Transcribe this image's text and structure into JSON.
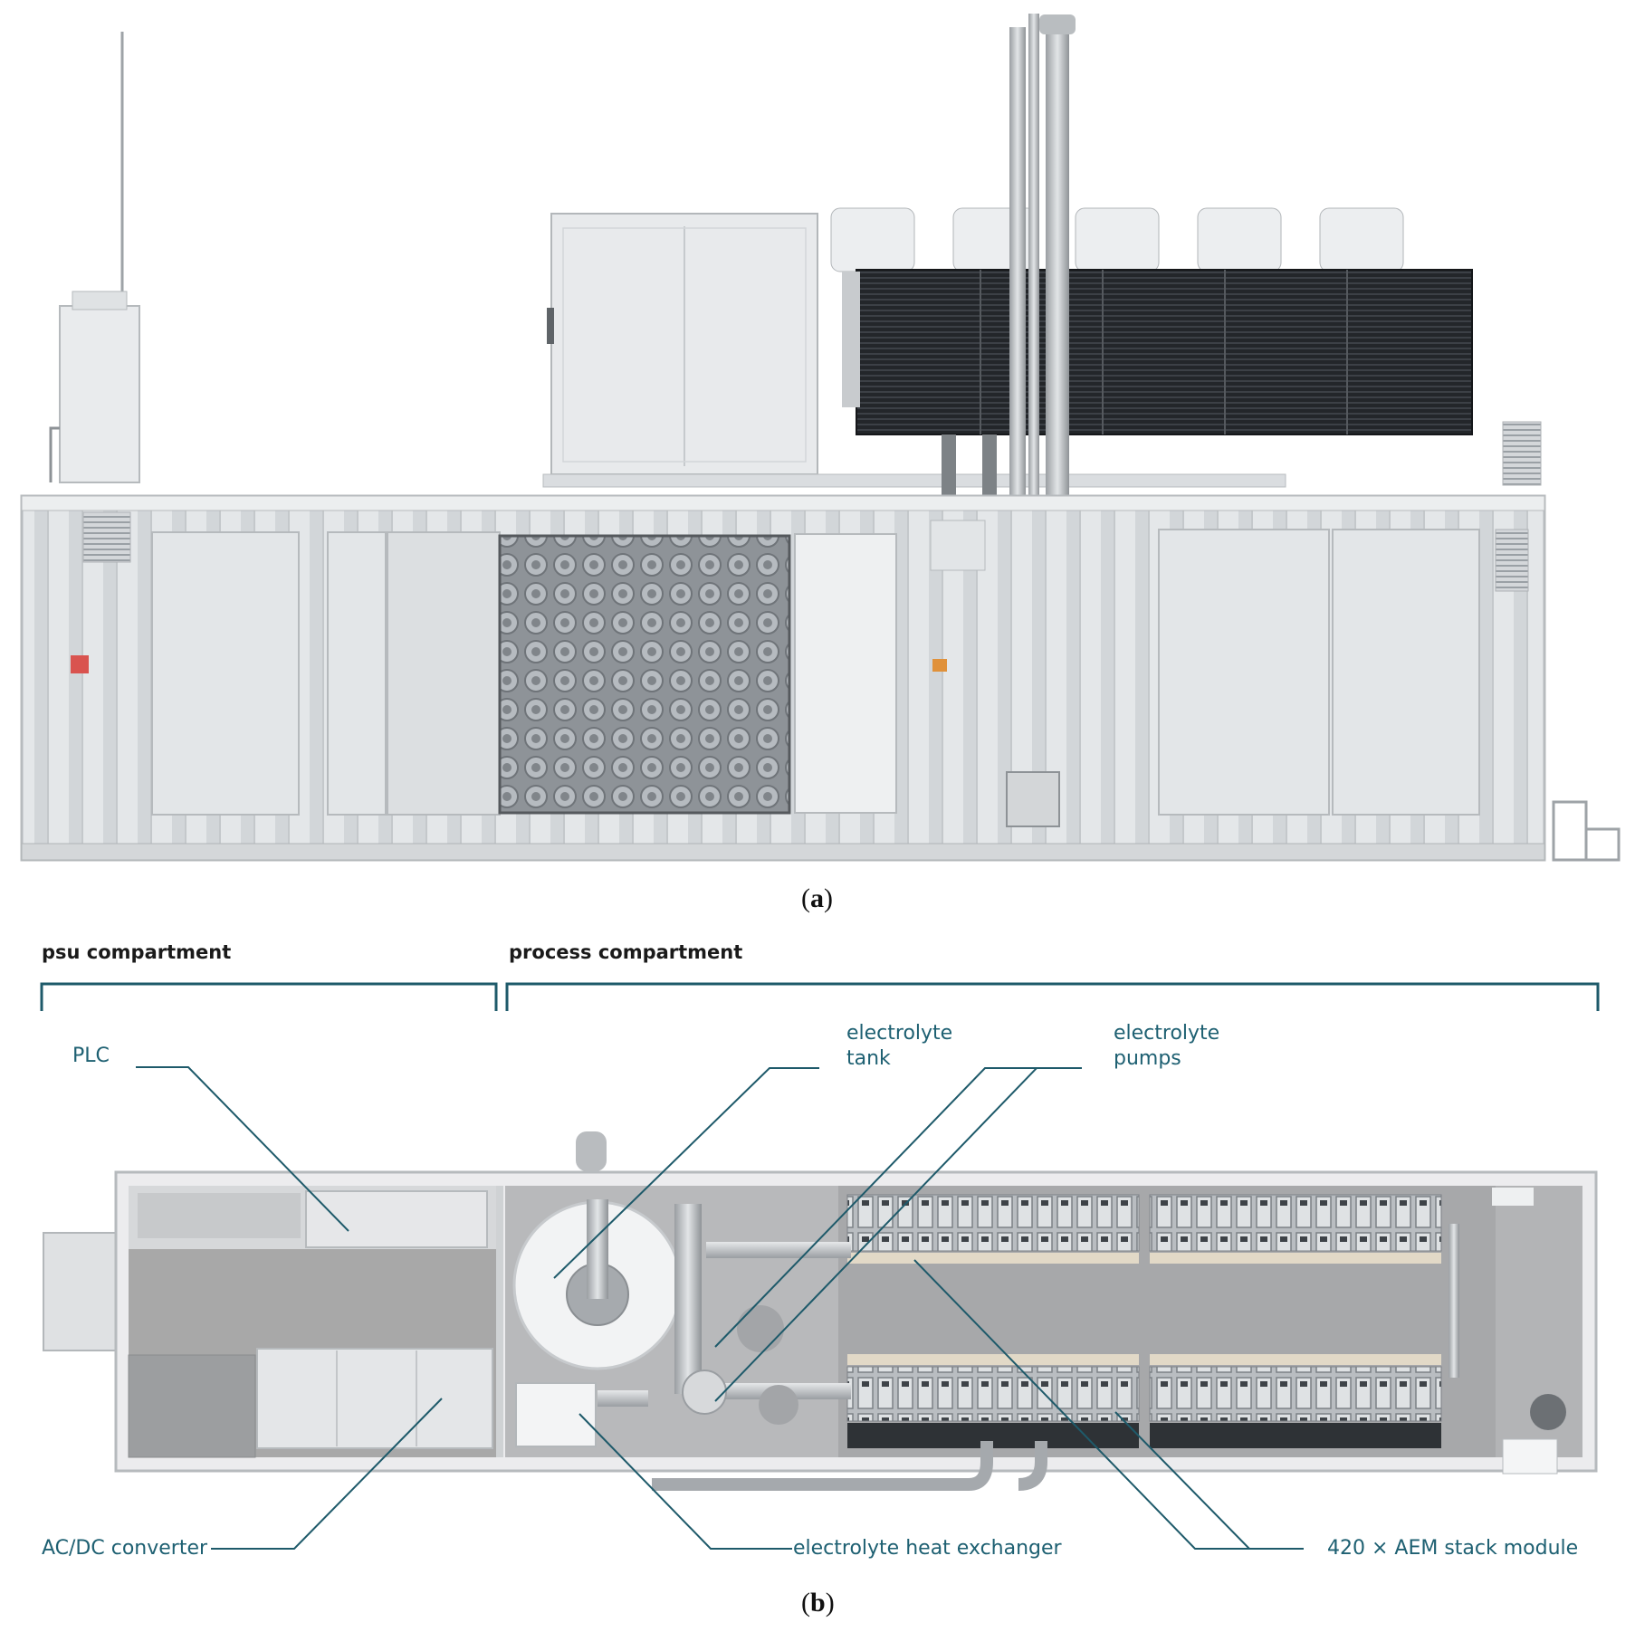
{
  "panel_a": {
    "caption_letter": "a"
  },
  "panel_b": {
    "caption_letter": "b",
    "compartments": {
      "psu": "psu compartment",
      "process": "process compartment"
    },
    "labels": {
      "plc": "PLC",
      "electrolyte_tank_line1": "electrolyte",
      "electrolyte_tank_line2": "tank",
      "electrolyte_pumps_line1": "electrolyte",
      "electrolyte_pumps_line2": "pumps",
      "acdc_converter": "AC/DC converter",
      "heat_exchanger": "electrolyte heat exchanger",
      "stack_module": "420 × AEM stack module"
    }
  },
  "colors": {
    "label_text": "#1e6072",
    "leader_line": "#1e5a6a",
    "bracket": "#1e5a6a",
    "container_body": "#e3e6e8",
    "dry_cooler_fins": "#1b1d20",
    "interior_floor": "#a8a8a8"
  }
}
